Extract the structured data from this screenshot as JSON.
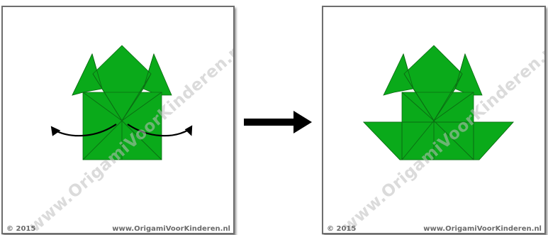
{
  "panels": [
    {
      "name": "step-before",
      "watermark": "www.OrigamiVoorKinderen.nl",
      "copyright": "© 2015",
      "site": "www.OrigamiVoorKinderen.nl"
    },
    {
      "name": "step-after",
      "watermark": "www.OrigamiVoorKinderen.nl",
      "copyright": "© 2015",
      "site": "www.OrigamiVoorKinderen.nl"
    }
  ],
  "colors": {
    "paper_green": "#0aaa1a",
    "crease_line": "#0b6b12",
    "fold_arrow": "#000000",
    "step_arrow": "#000000"
  },
  "icons": {
    "fold_arrows": "double-curved-arrow-icon",
    "step_arrow": "right-arrow-icon"
  }
}
